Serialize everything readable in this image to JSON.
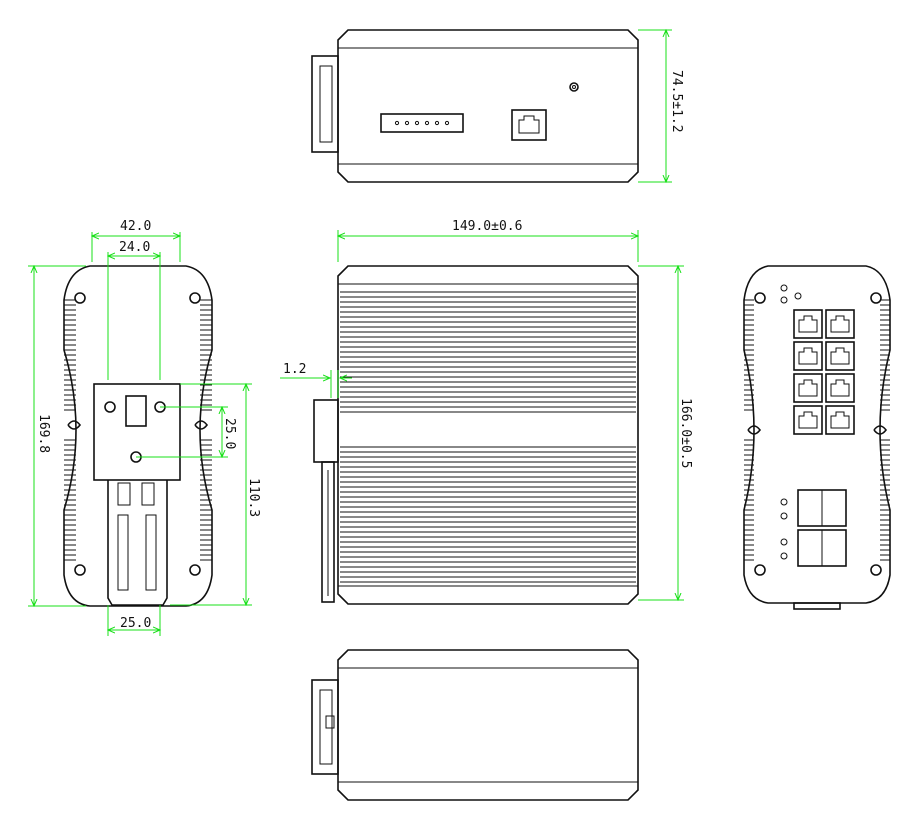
{
  "colors": {
    "outline": "#111111",
    "dimension_line": "#19e019",
    "background": "#ffffff"
  },
  "dimensions": {
    "top_view_height": "74.5±1.2",
    "front_width": "149.0±0.6",
    "front_height": "166.0±0.5",
    "rail_clip_offset": "1.2",
    "side_width_outer": "42.0",
    "side_width_inner": "24.0",
    "side_height": "169.8",
    "screw_spacing": "25.0",
    "rail_height": "110.3",
    "rail_width": "25.0"
  }
}
